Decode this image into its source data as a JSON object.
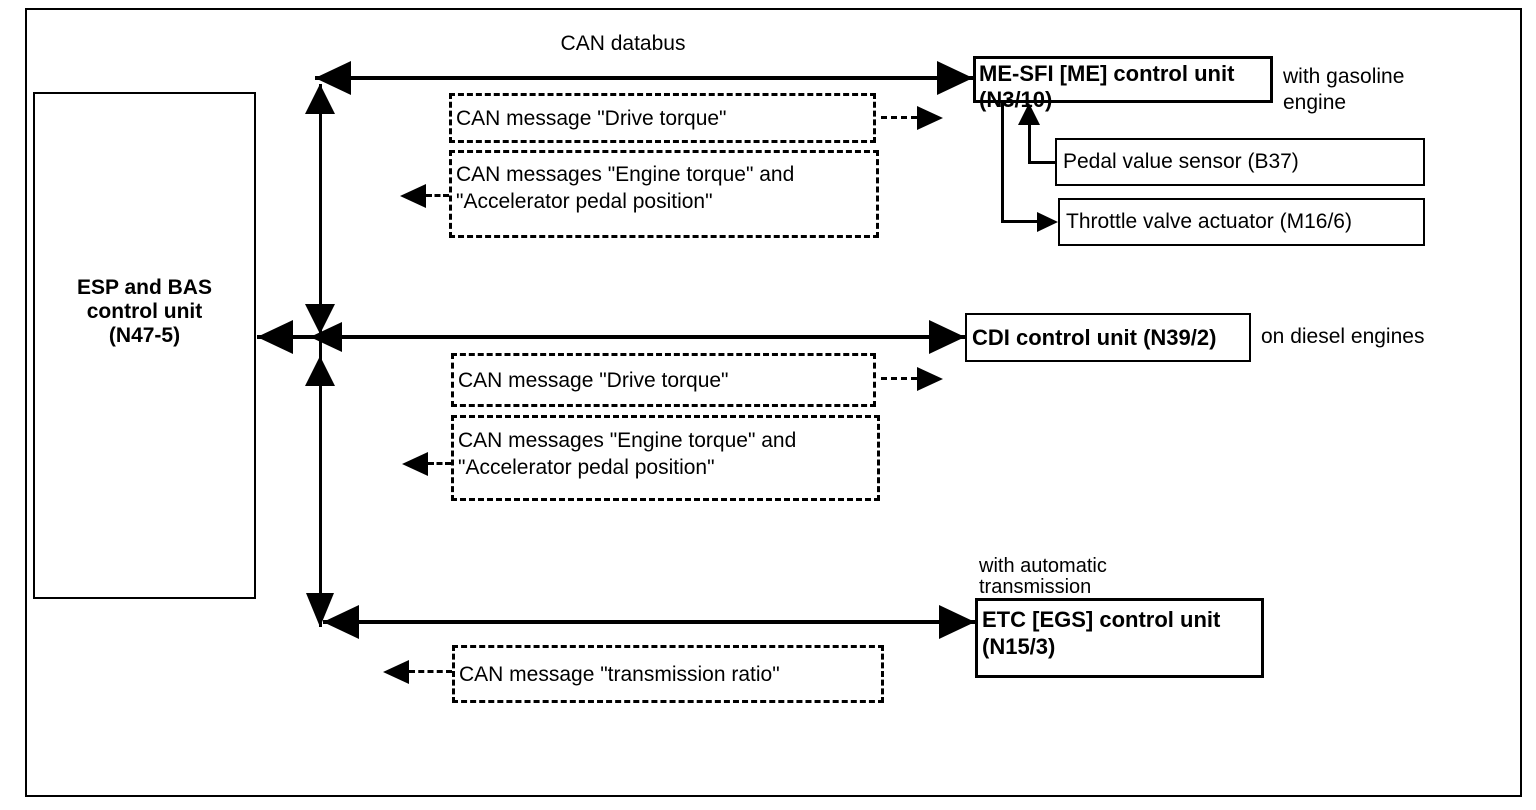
{
  "diagram": {
    "bus_label": "CAN databus",
    "esp": {
      "line1": "ESP and BAS",
      "line2": "control unit",
      "line3": "(N47-5)"
    },
    "me_sfi": {
      "name_line1": "ME-SFI [ME] control unit",
      "name_line2": "(N3/10)"
    },
    "me_sfi_note": {
      "line1": "with gasoline",
      "line2": "engine"
    },
    "pedal_sensor_label": "Pedal value sensor (B37)",
    "throttle_actuator_label": "Throttle valve actuator (M16/6)",
    "cdi_label": "CDI control unit (N39/2)",
    "cdi_note": "on diesel engines",
    "etc": {
      "name_line1": "ETC [EGS] control unit",
      "name_line2": "(N15/3)"
    },
    "etc_note": {
      "line1": "with automatic",
      "line2": "transmission"
    },
    "messages": {
      "gasoline_drive_torque": "CAN message \"Drive torque\"",
      "gasoline_engine_torque_line1": "CAN messages \"Engine torque\" and",
      "gasoline_engine_torque_line2": "\"Accelerator pedal position\"",
      "diesel_drive_torque": "CAN message \"Drive torque\"",
      "diesel_engine_torque_line1": "CAN messages \"Engine torque\" and",
      "diesel_engine_torque_line2": "\"Accelerator pedal position\"",
      "transmission_ratio": "CAN message \"transmission ratio\""
    },
    "colors": {
      "line": "#000000",
      "background": "#ffffff"
    }
  }
}
